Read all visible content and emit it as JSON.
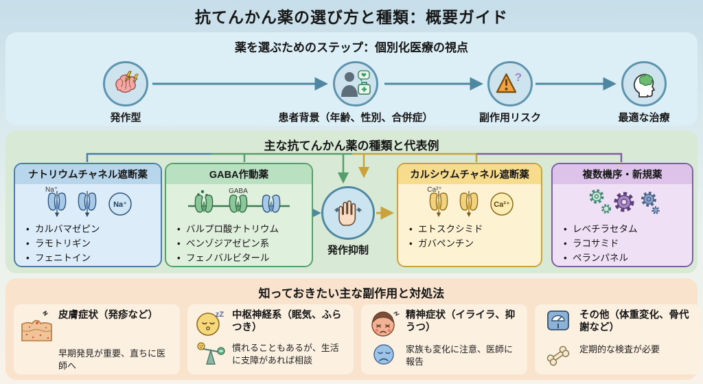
{
  "title": "抗てんかん薬の選び方と種類：概要ガイド",
  "steps": {
    "heading": "薬を選ぶためのステップ：個別化医療の視点",
    "items": [
      {
        "label": "発作型"
      },
      {
        "label": "患者背景（年齢、性別、合併症）"
      },
      {
        "label": "副作用リスク"
      },
      {
        "label": "最適な治療"
      }
    ]
  },
  "drug_classes": {
    "heading": "主な抗てんかん薬の種類と代表例",
    "center_label": "発作抑制",
    "na": {
      "name": "ナトリウムチャネル遮断薬",
      "ion": "Na⁺",
      "drugs": [
        "カルバマゼピン",
        "ラモトリギン",
        "フェニトイン"
      ]
    },
    "gaba": {
      "name": "GABA作動薬",
      "ion": "GABA",
      "drugs": [
        "バルプロ酸ナトリウム",
        "ベンゾジアゼピン系",
        "フェノバルビタール"
      ]
    },
    "ca": {
      "name": "カルシウムチャネル遮断薬",
      "ion": "Ca²⁺",
      "drugs": [
        "エトスクシミド",
        "ガバペンチン"
      ]
    },
    "multi": {
      "name": "複数機序・新規薬",
      "drugs": [
        "レベチラセタム",
        "ラコサミド",
        "ペランパネル"
      ]
    }
  },
  "side_effects": {
    "heading": "知っておきたい主な副作用と対処法",
    "items": [
      {
        "title": "皮膚症状（発疹など）",
        "body": "早期発見が重要、直ちに医師へ"
      },
      {
        "title": "中枢神経系（眠気、ふらつき）",
        "body": "慣れることもあるが、生活に支障があれば相談"
      },
      {
        "title": "精神症状（イライラ、抑うつ）",
        "body": "家族も変化に注意、医師に報告"
      },
      {
        "title": "その他（体重変化、骨代謝など）",
        "body": "定期的な検査が必要"
      }
    ]
  },
  "glyphs": {
    "question": "?",
    "zzz": "zZ"
  },
  "colors": {
    "sodium_accent": "#4a7ca8",
    "gaba_accent": "#55a06a",
    "calcium_accent": "#c9a23a",
    "multi_accent": "#7d5e9e",
    "flow_arrow": "#4e87a0",
    "steps_panel_bg": "#dceef6",
    "drugs_panel_bg": "#d8e9d5",
    "effects_panel_bg": "#f9e3cc"
  }
}
